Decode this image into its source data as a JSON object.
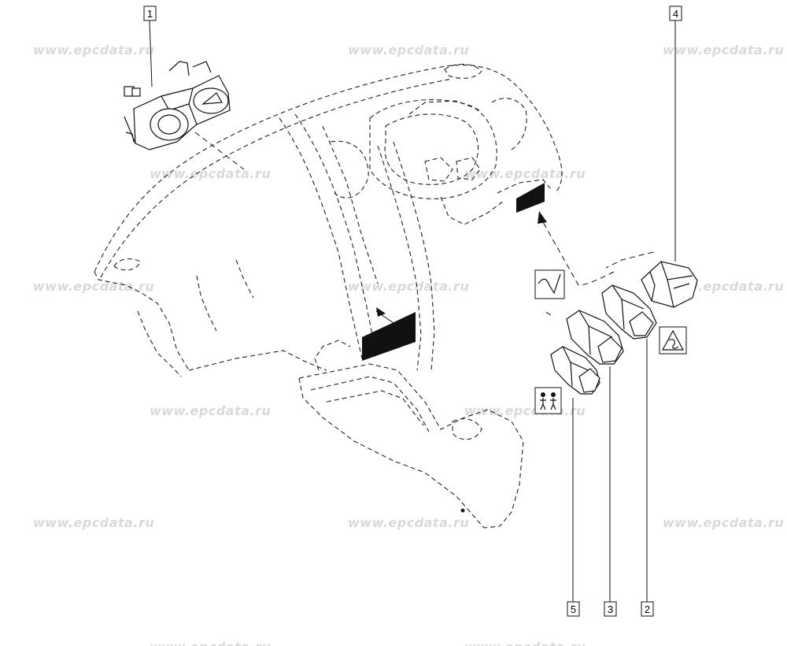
{
  "watermark": "www.epcdata.ru",
  "callouts": {
    "c1": "1",
    "c2": "2",
    "c3": "3",
    "c4": "4",
    "c5": "5"
  },
  "icons": {
    "curve_symbol": "curve-graph-icon",
    "skid_symbol": "skid-warning-icon",
    "child_lock_symbol": "child-lock-icon"
  }
}
